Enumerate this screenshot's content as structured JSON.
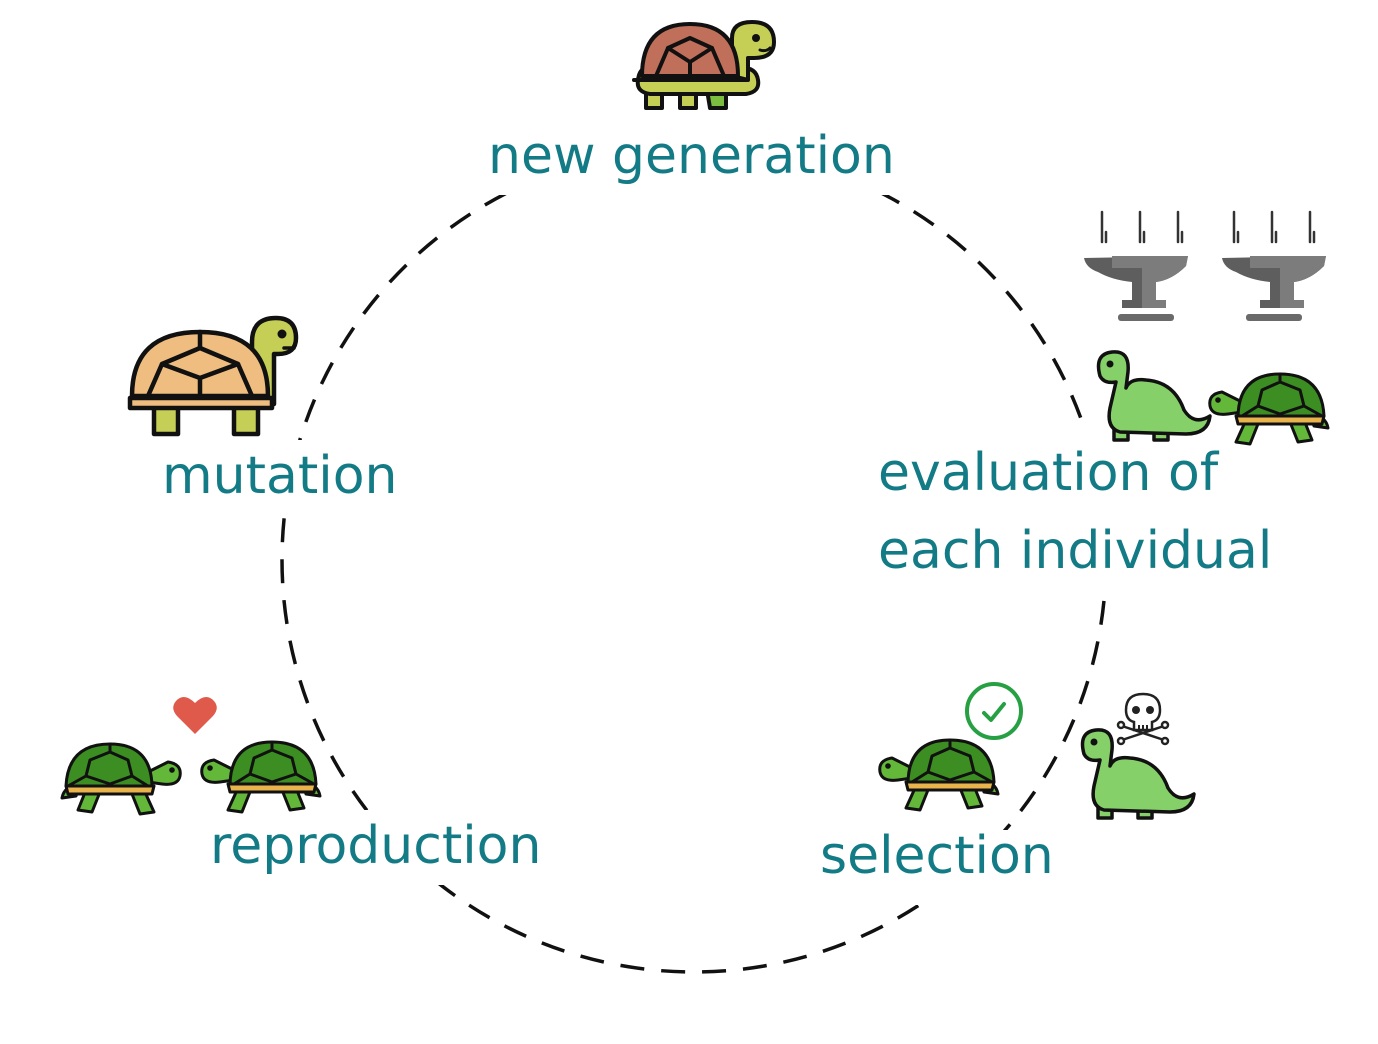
{
  "diagram": {
    "stages": {
      "new_generation": "new generation",
      "evaluation_line1": "evaluation of",
      "evaluation_line2": "each individual",
      "selection": "selection",
      "reproduction": "reproduction",
      "mutation": "mutation"
    },
    "colors": {
      "label": "#137b86",
      "cycle_line": "#111111",
      "turtle_green": "#63b83a",
      "turtle_shell_dark": "#3c8d22",
      "turtle_belly": "#e9b44c",
      "tortoise_shell_red": "#c0705a",
      "tortoise_body": "#c6cf55",
      "tortoise_shell_tan": "#eebd7f",
      "dino_green": "#86d06a",
      "anvil_gray": "#5e5e5e",
      "heart": "#e05a4b",
      "check_green": "#27a043"
    },
    "icons": {
      "top": "tortoise-icon",
      "mutation": "tortoise-icon",
      "evaluation": [
        "anvil-icon",
        "anvil-icon",
        "dinosaur-icon",
        "turtle-icon"
      ],
      "selection": [
        "check-circle-icon",
        "turtle-icon",
        "skull-crossbones-icon",
        "dinosaur-icon"
      ],
      "reproduction": [
        "turtle-icon",
        "heart-icon",
        "turtle-icon"
      ]
    }
  }
}
